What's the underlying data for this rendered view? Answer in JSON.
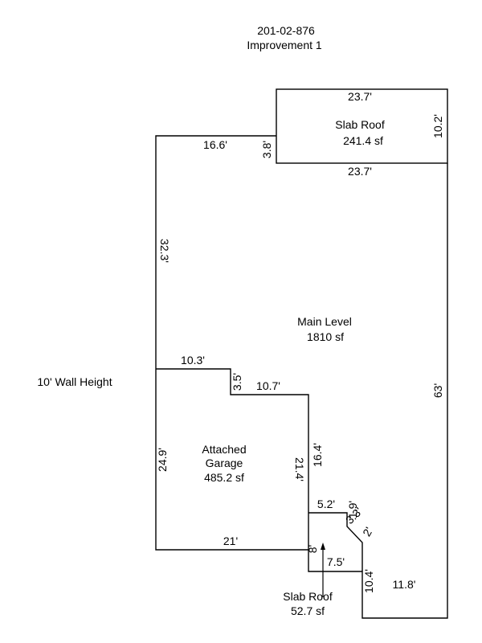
{
  "header": {
    "parcel_id": "201-02-876",
    "improvement": "Improvement 1"
  },
  "notes": {
    "wall_height": "10' Wall Height"
  },
  "areas": {
    "slab_roof_top": {
      "name": "Slab Roof",
      "size": "241.4 sf"
    },
    "main_level": {
      "name": "Main Level",
      "size": "1810 sf"
    },
    "garage": {
      "name_line1": "Attached",
      "name_line2": "Garage",
      "size": "485.2 sf"
    },
    "slab_roof_bottom": {
      "name": "Slab Roof",
      "size": "52.7 sf"
    }
  },
  "dimensions": {
    "slab_top_width": "23.7'",
    "slab_bottom_width": "23.7'",
    "slab_height": "10.2'",
    "slab_step": "3.8'",
    "main_top_left": "16.6'",
    "main_left": "32.3'",
    "main_right": "63'",
    "garage_top": "10.3'",
    "garage_step": "3.5'",
    "garage_top_right": "10.7'",
    "garage_right_outer": "16.4'",
    "garage_right_inner": "21.4'",
    "garage_left": "24.9'",
    "garage_bottom": "21'",
    "notch_top": "5.2'",
    "notch_small": "1.9'",
    "notch_diagonal": "3.3'",
    "notch_small_2": "2'",
    "stoop_left": "8'",
    "stoop_bottom": "7.5'",
    "bottom_left": "10.4'",
    "bottom_width": "11.8'"
  },
  "colors": {
    "line": "#000000",
    "background": "#ffffff"
  }
}
